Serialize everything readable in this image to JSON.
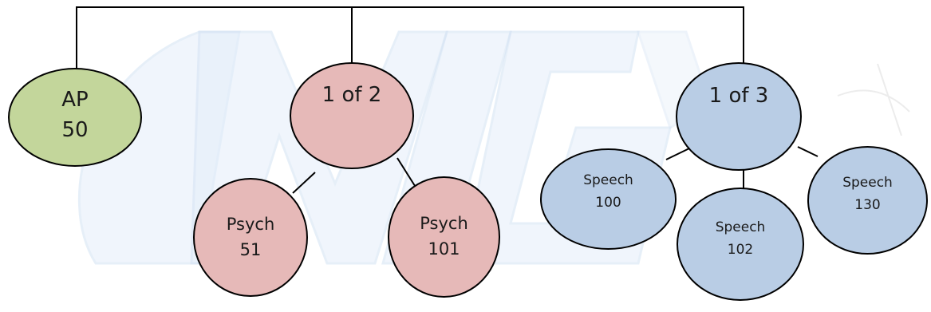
{
  "colors": {
    "green": "#c3d69b",
    "pink": "#e6b9b8",
    "blue": "#b9cde5",
    "line": "#000000",
    "watermark": "#d8e6f7"
  },
  "nodes": {
    "ap": {
      "text": "AP\n50",
      "color": "green"
    },
    "one_of_two": {
      "text": "1 of 2",
      "color": "pink"
    },
    "psych51": {
      "text": "Psych\n51",
      "color": "pink"
    },
    "psych101": {
      "text": "Psych\n101",
      "color": "pink"
    },
    "one_of_three": {
      "text": "1 of 3",
      "color": "blue"
    },
    "speech100": {
      "text": "Speech\n100",
      "color": "blue"
    },
    "speech102": {
      "text": "Speech\n102",
      "color": "blue"
    },
    "speech130": {
      "text": "Speech\n130",
      "color": "blue"
    }
  }
}
